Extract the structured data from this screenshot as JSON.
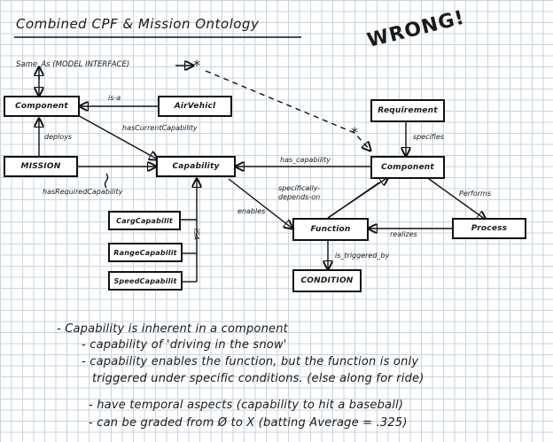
{
  "title": "Combined CPF & Mission Ontology",
  "stamp": "WRONG!",
  "nodes": {
    "component_left": "Component",
    "air_vehicle": "AirVehicl",
    "mission": "MISSION",
    "capability": "Capability",
    "carg_capability": "CargCapabilit",
    "range_capability": "RangeCapabilit",
    "speed_capability": "SpeedCapabilit",
    "requirement": "Requirement",
    "component_right": "Component",
    "function": "Function",
    "process": "Process",
    "condition": "CONDITION"
  },
  "edge_labels": {
    "same_as": "Same_As (MODEL INTERFACE)",
    "is_a": "is-a",
    "deploys": "deploys",
    "has_current_capability": "hasCurrentCapability",
    "has_required_capability": "hasRequiredCapability",
    "isa_vertical": "ISA",
    "has_capability": "has_capability",
    "specifies": "specifies",
    "specifically_depends_on": "specifically-\ndepends-on",
    "enables": "enables",
    "performs": "Performs",
    "realizes": "realizes",
    "is_triggered_by": "is_triggered_by"
  },
  "notes": [
    "- Capability is inherent in a component",
    "- capability of 'driving in the snow'",
    "- capability enables the function, but the function is only",
    "triggered under specific conditions. (else along for ride)",
    "- have temporal aspects (capability to hit a baseball)",
    "- can be graded from Ø to X (batting Average = .325)"
  ]
}
